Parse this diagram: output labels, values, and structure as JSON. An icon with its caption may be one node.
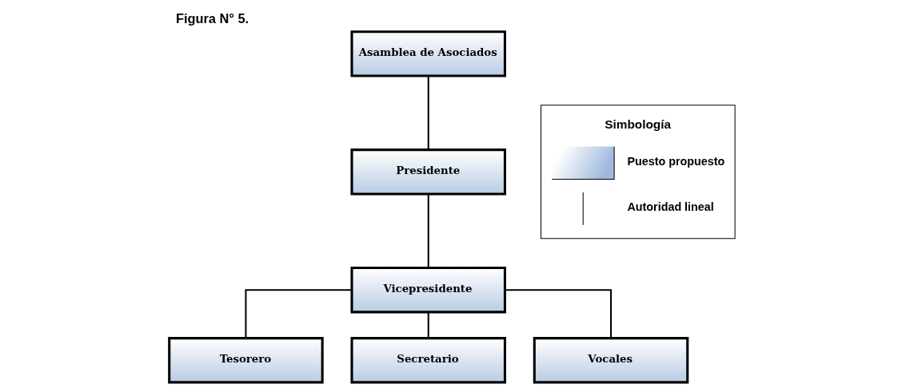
{
  "diagram": {
    "title": "Figura N° 5.",
    "nodes": [
      {
        "text": [
          "Asamblea de Asociados"
        ]
      },
      {
        "text": [
          "Presidente"
        ]
      },
      {
        "text": [
          "Vicepresidente"
        ]
      },
      {
        "text": [
          "Tesorero"
        ]
      },
      {
        "text": [
          "Secretario"
        ]
      },
      {
        "text": [
          "Vocales"
        ]
      }
    ],
    "edges": [
      {
        "from": 0,
        "to": 1,
        "arrow": "none"
      },
      {
        "from": 1,
        "to": 2,
        "arrow": "none"
      },
      {
        "from": 2,
        "to": 3,
        "arrow": "none"
      },
      {
        "from": 2,
        "to": 4,
        "arrow": "none"
      },
      {
        "from": 2,
        "to": 5,
        "arrow": "none"
      }
    ],
    "labels": [
      "Simbología"
    ],
    "legend": [
      {
        "text": "Puesto propuesto"
      },
      {
        "text": "Autoridad lineal"
      }
    ]
  }
}
